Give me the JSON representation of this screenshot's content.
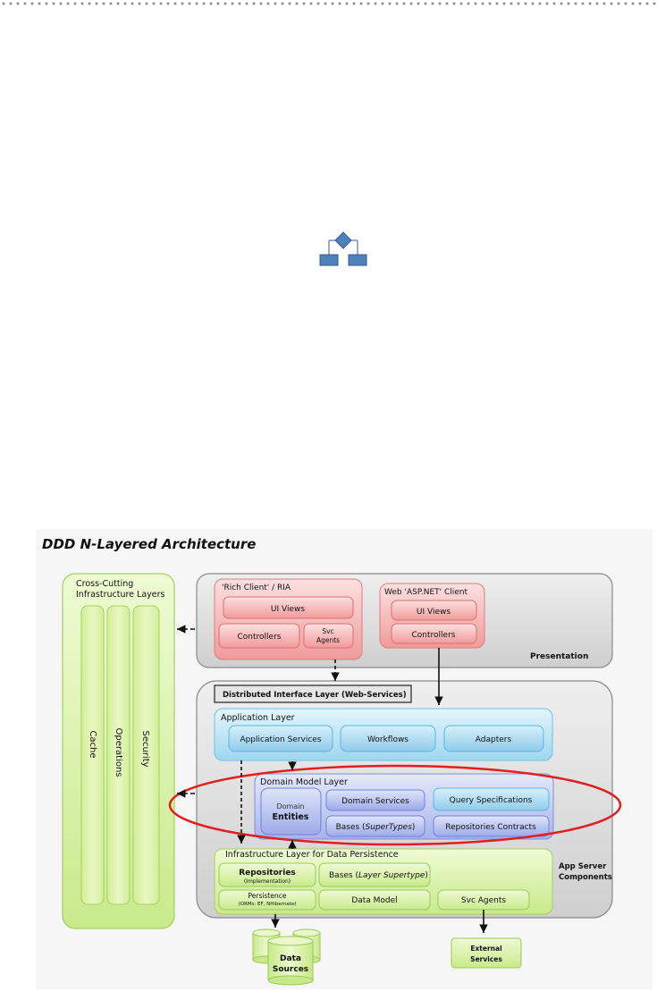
{
  "title": "DDD N-Layered Architecture",
  "cross_cutting": {
    "title_line1": "Cross-Cutting",
    "title_line2": "Infrastructure Layers",
    "columns": [
      "Cache",
      "Operations",
      "Security"
    ]
  },
  "presentation": {
    "label": "Presentation",
    "rich_client": {
      "title": "'Rich Client' / RIA",
      "ui_views": "UI Views",
      "controllers": "Controllers",
      "svc_agents_line1": "Svc",
      "svc_agents_line2": "Agents"
    },
    "web_client": {
      "title": "Web 'ASP.NET' Client",
      "ui_views": "UI Views",
      "controllers": "Controllers"
    }
  },
  "app_server": {
    "label_line1": "App Server",
    "label_line2": "Components",
    "distributed_interface": "Distributed Interface Layer (Web-Services)",
    "application_layer": {
      "title": "Application Layer",
      "items": [
        "Application Services",
        "Workflows",
        "Adapters"
      ]
    },
    "domain_model_layer": {
      "title": "Domain Model Layer",
      "entities_line1": "Domain",
      "entities_line2": "Entities",
      "domain_services": "Domain Services",
      "query_specifications": "Query Specifications",
      "bases_prefix": "Bases (",
      "bases_italic": "SuperTypes",
      "bases_suffix": ")",
      "repositories_contracts": "Repositories Contracts"
    },
    "infrastructure_layer": {
      "title": "Infrastructure Layer for Data Persistence",
      "repositories": "Repositories",
      "repositories_sub": "(Implementation)",
      "bases_prefix": "Bases (",
      "bases_italic": "Layer Supertype",
      "bases_suffix": ")",
      "persistence": "Persistence",
      "persistence_sub": "(ORMs: EF, NHibernate)",
      "data_model": "Data Model",
      "svc_agents": "Svc Agents"
    }
  },
  "external": {
    "data_sources_line1": "Data",
    "data_sources_line2": "Sources",
    "external_services_line1": "External",
    "external_services_line2": "Services"
  },
  "colors": {
    "presentation_bg": "#d3d3d3",
    "red_box": "#f4a5a5",
    "blue_box": "#a9dcf3",
    "green_box": "#d6f0a4",
    "highlight_ellipse": "#e02020"
  },
  "icons": [
    "flowchart-icon"
  ]
}
